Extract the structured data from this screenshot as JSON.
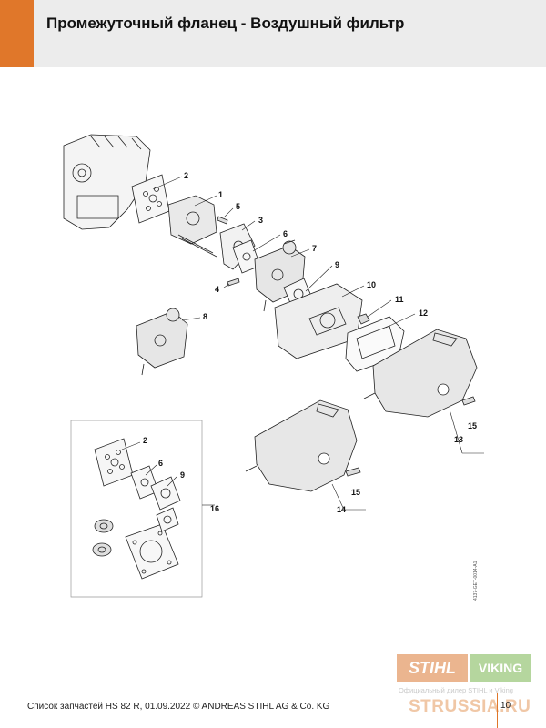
{
  "header": {
    "title": "Промежуточный фланец - Воздушный фильтр",
    "accent_color": "#e0772a"
  },
  "diagram": {
    "callouts": [
      "1",
      "2",
      "3",
      "4",
      "5",
      "6",
      "7",
      "8",
      "9",
      "10",
      "11",
      "12",
      "13",
      "14",
      "15",
      "15",
      "16",
      "2",
      "6",
      "9"
    ]
  },
  "side_code": "4137-GET-0014-A1",
  "footer": {
    "text": "Список запчастей HS 82 R, 01.09.2022 © ANDREAS STIHL AG & Co. KG",
    "page_number": "10"
  },
  "watermark": {
    "stihl": "STIHL",
    "viking": "VIKING",
    "dealer": "Официальный дилер STIHL и Viking",
    "site": "STRUSSIA.RU"
  }
}
